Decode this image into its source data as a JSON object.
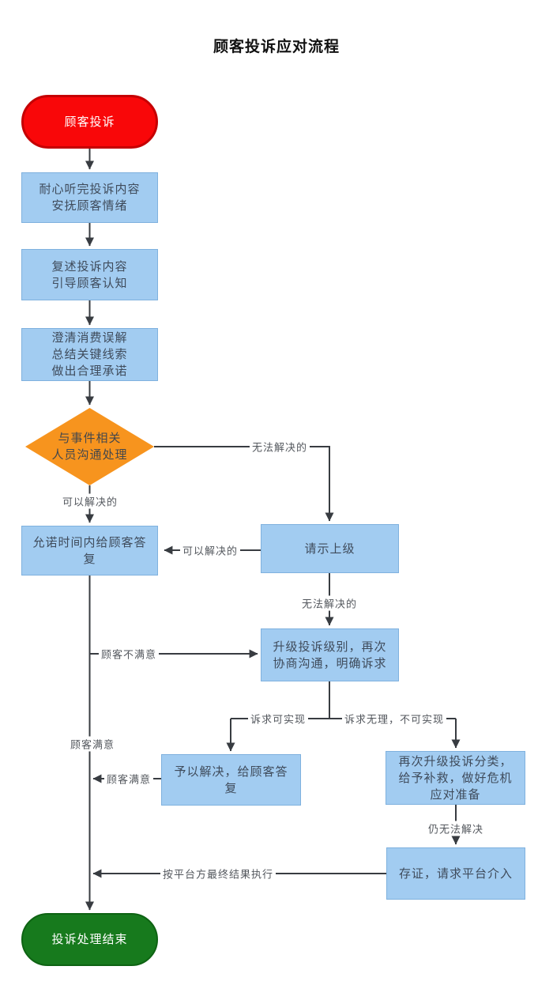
{
  "title": "顾客投诉应对流程",
  "colors": {
    "start_fill": "#f90709",
    "start_border": "#c50003",
    "process_fill": "#a2ccf1",
    "process_border": "#7fb1de",
    "decision_fill": "#f7941e",
    "end_fill": "#177a1d",
    "end_border": "#0e6313",
    "connector": "#383c41",
    "process_text": "#3f4b5b",
    "terminal_text": "#ffffff",
    "edge_label_text": "#53575d"
  },
  "nodes": {
    "start": {
      "label": "顾客投诉",
      "type": "terminator"
    },
    "listen": {
      "label": "耐心听完投诉内容\n安抚顾客情绪",
      "type": "process"
    },
    "restate": {
      "label": "复述投诉内容\n引导顾客认知",
      "type": "process"
    },
    "clarify": {
      "label": "澄清消费误解\n总结关键线索\n做出合理承诺",
      "type": "process"
    },
    "decision": {
      "label": "与事件相关\n人员沟通处理",
      "type": "decision"
    },
    "reply": {
      "label": "允诺时间内给顾客答\n复",
      "type": "process"
    },
    "ask_superior": {
      "label": "请示上级",
      "type": "process"
    },
    "escalate": {
      "label": "升级投诉级别，再次\n协商沟通，明确诉求",
      "type": "process"
    },
    "resolve": {
      "label": "予以解决，给顾客答\n复",
      "type": "process"
    },
    "re_escalate": {
      "label": "再次升级投诉分类，\n给予补救，做好危机\n应对准备",
      "type": "process"
    },
    "evidence": {
      "label": "存证，请求平台介入",
      "type": "process"
    },
    "end": {
      "label": "投诉处理结束",
      "type": "terminator"
    }
  },
  "edge_labels": {
    "cannot_resolve_top": "无法解决的",
    "can_resolve_down": "可以解决的",
    "can_resolve_left": "可以解决的",
    "cannot_resolve_mid": "无法解决的",
    "customer_unsatisfied": "顾客不满意",
    "demand_achievable": "诉求可实现",
    "demand_unreasonable": "诉求无理，不可实现",
    "customer_satisfied_line": "顾客满意",
    "customer_satisfied_left": "顾客满意",
    "still_unresolved": "仍无法解决",
    "follow_platform_result": "按平台方最终结果执行"
  }
}
